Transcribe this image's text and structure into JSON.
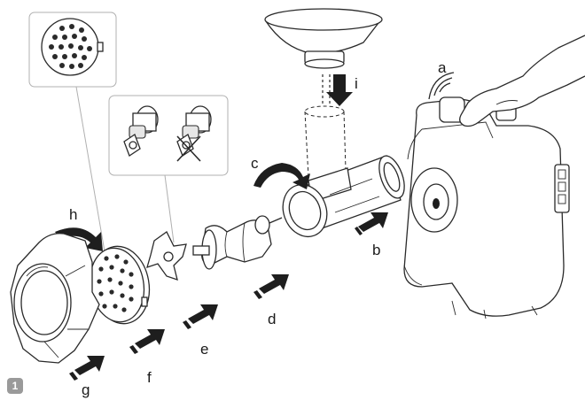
{
  "step_number": "1",
  "labels": {
    "a": "a",
    "b": "b",
    "c": "c",
    "d": "d",
    "e": "e",
    "f": "f",
    "g": "g",
    "h": "h",
    "i": "i"
  }
}
